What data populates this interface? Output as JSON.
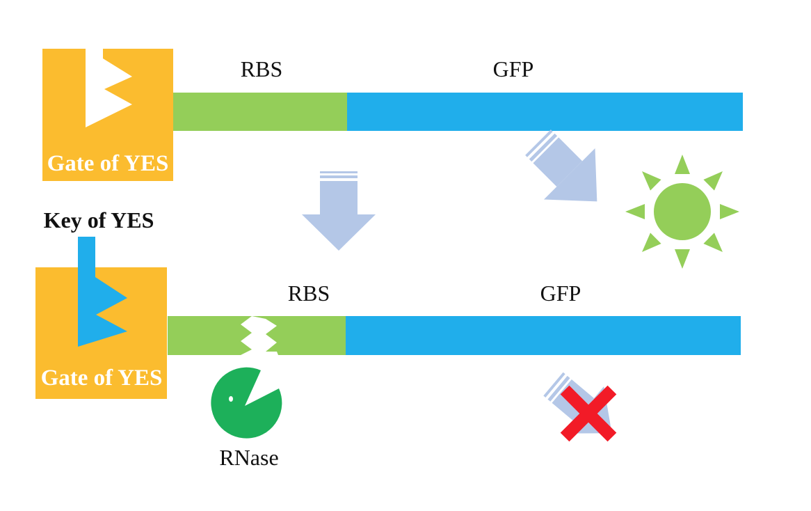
{
  "colors": {
    "gate": "#FBBC2F",
    "rbs": "#94CE59",
    "gfp": "#20AEEB",
    "arrow": "#B4C7E7",
    "sun": "#94CE59",
    "rnase": "#1DB05A",
    "cross": "#F21B27",
    "key": "#20AEEB"
  },
  "top_construct": {
    "gate_label": "Gate of YES",
    "rbs_label": "RBS",
    "gfp_label": "GFP"
  },
  "bottom_construct": {
    "key_label": "Key of YES",
    "gate_label": "Gate of YES",
    "rbs_label": "RBS",
    "gfp_label": "GFP",
    "rnase_label": "RNase"
  },
  "icons": {
    "top_gate_notch": "yes-gate-notch-icon",
    "down_arrow": "down-arrow-icon",
    "diag_arrow_top": "diagonal-arrow-icon",
    "sun": "sun-icon",
    "key": "yes-key-icon",
    "rnase": "rnase-pacman-icon",
    "diag_arrow_bottom": "diagonal-arrow-icon",
    "cross": "red-cross-icon"
  }
}
